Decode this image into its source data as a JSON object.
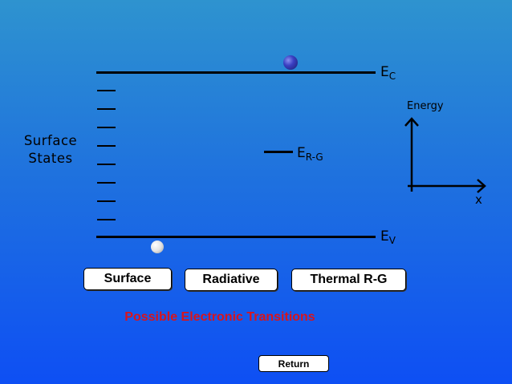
{
  "bands": {
    "conduction_label": "E",
    "conduction_sub": "C",
    "valence_label": "E",
    "valence_sub": "V",
    "recombination_label": "E",
    "recombination_sub": "R-G"
  },
  "surface_states": {
    "line1": "Surface",
    "line2": "States"
  },
  "axes": {
    "y_label": "Energy",
    "x_label": "x"
  },
  "buttons": {
    "surface": "Surface",
    "radiative": "Radiative",
    "thermal": "Thermal R-G",
    "return": "Return"
  },
  "caption": "Possible Electronic Transitions",
  "colors": {
    "electron": "#2a2f9e",
    "hole": "#f2f2f2",
    "caption": "#d8141c"
  }
}
